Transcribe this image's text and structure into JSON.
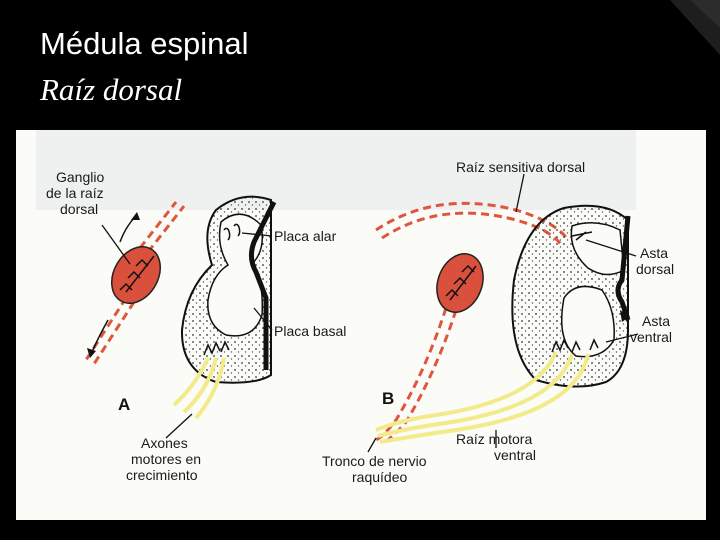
{
  "slide": {
    "title": "Médula espinal",
    "subtitle": "Raíz dorsal"
  },
  "figure": {
    "panel_a": {
      "letter": "A",
      "labels": {
        "ganglio_1": "Ganglio",
        "ganglio_2": "de la raíz",
        "ganglio_3": "dorsal",
        "placa_alar": "Placa alar",
        "placa_basal": "Placa basal",
        "axones_1": "Axones",
        "axones_2": "motores en",
        "axones_3": "crecimiento"
      }
    },
    "panel_b": {
      "letter": "B",
      "labels": {
        "raiz_sensitiva": "Raíz sensitiva dorsal",
        "asta_dorsal_1": "Asta",
        "asta_dorsal_2": "dorsal",
        "asta_ventral_1": "Asta",
        "asta_ventral_2": "ventral",
        "raiz_motora_1": "Raíz motora",
        "raiz_motora_2": "ventral",
        "tronco_1": "Tronco de nervio",
        "tronco_2": "raquídeo"
      }
    },
    "colors": {
      "ganglion": "#d9503c",
      "root_dashed": "#e0553d",
      "motor_axon": "#f3ea8a",
      "tissue_fill": "#f2f2f0"
    }
  }
}
